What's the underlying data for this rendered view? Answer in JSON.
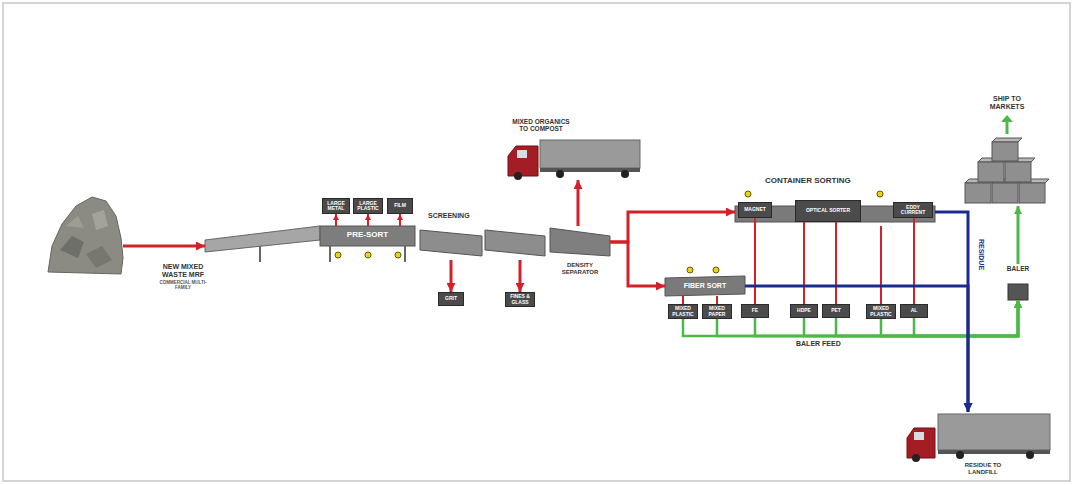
{
  "diagram": {
    "nodes": [
      {
        "text": [
          "NEW MIXED WASTE MRF",
          "COMMERCIAL MULTI-FAMILY"
        ]
      },
      {
        "text": [
          "LARGE METAL"
        ]
      },
      {
        "text": [
          "LARGE PLASTIC"
        ]
      },
      {
        "text": [
          "FILM"
        ]
      },
      {
        "text": [
          "PRE-SORT"
        ]
      },
      {
        "text": [
          "SCREENING"
        ]
      },
      {
        "text": [
          "GRIT"
        ]
      },
      {
        "text": [
          "FINES & GLASS"
        ]
      },
      {
        "text": [
          "DENSITY SEPARATOR"
        ]
      },
      {
        "text": [
          "MIXED ORGANICS TO COMPOST"
        ]
      },
      {
        "text": [
          "CONTAINER SORTING"
        ]
      },
      {
        "text": [
          "MAGNET"
        ],
        "in": 10
      },
      {
        "text": [
          "OPTICAL SORTER"
        ],
        "in": 10
      },
      {
        "text": [
          "EDDY CURRENT"
        ],
        "in": 10
      },
      {
        "text": [
          "FIBER SORT"
        ]
      },
      {
        "text": [
          "MIXED PLASTIC"
        ]
      },
      {
        "text": [
          "MIXED PAPER"
        ]
      },
      {
        "text": [
          "FE"
        ]
      },
      {
        "text": [
          "HDPE"
        ]
      },
      {
        "text": [
          "PET"
        ]
      },
      {
        "text": [
          "MIXED PLASTIC"
        ]
      },
      {
        "text": [
          "AL"
        ]
      },
      {
        "text": [
          "BALER"
        ]
      },
      {
        "text": [
          "SHIP TO MARKETS"
        ]
      },
      {
        "text": [
          "RESIDUE TO LANDFILL"
        ]
      }
    ],
    "edges": [
      {
        "from": 0,
        "to": 4,
        "arrow": "to"
      },
      {
        "from": 4,
        "to": 1,
        "arrow": "to"
      },
      {
        "from": 4,
        "to": 2,
        "arrow": "to"
      },
      {
        "from": 4,
        "to": 3,
        "arrow": "to"
      },
      {
        "from": 5,
        "to": 6,
        "arrow": "to"
      },
      {
        "from": 5,
        "to": 7,
        "arrow": "to"
      },
      {
        "from": 8,
        "to": 9,
        "arrow": "to"
      },
      {
        "from": 8,
        "to": 10,
        "arrow": "to"
      },
      {
        "from": 8,
        "to": 14,
        "arrow": "to"
      },
      {
        "from": 11,
        "to": 17,
        "arrow": "none"
      },
      {
        "from": 12,
        "to": 18,
        "arrow": "none"
      },
      {
        "from": 12,
        "to": 19,
        "arrow": "none"
      },
      {
        "from": 10,
        "to": 20,
        "arrow": "none"
      },
      {
        "from": 13,
        "to": 21,
        "arrow": "none"
      },
      {
        "from": 14,
        "to": 15,
        "arrow": "none"
      },
      {
        "from": 14,
        "to": 16,
        "arrow": "none"
      },
      {
        "from": 15,
        "to": 22,
        "arrow": "to"
      },
      {
        "from": 16,
        "to": 22,
        "arrow": "to"
      },
      {
        "from": 17,
        "to": 22,
        "arrow": "to"
      },
      {
        "from": 18,
        "to": 22,
        "arrow": "to"
      },
      {
        "from": 19,
        "to": 22,
        "arrow": "to"
      },
      {
        "from": 20,
        "to": 22,
        "arrow": "to"
      },
      {
        "from": 21,
        "to": 22,
        "arrow": "to"
      },
      {
        "from": 22,
        "to": 23,
        "arrow": "to"
      },
      {
        "from": 10,
        "to": 24,
        "arrow": "to"
      },
      {
        "from": 14,
        "to": 24,
        "arrow": "to"
      }
    ],
    "labels": [
      "RESIDUE",
      "BALER FEED"
    ]
  }
}
